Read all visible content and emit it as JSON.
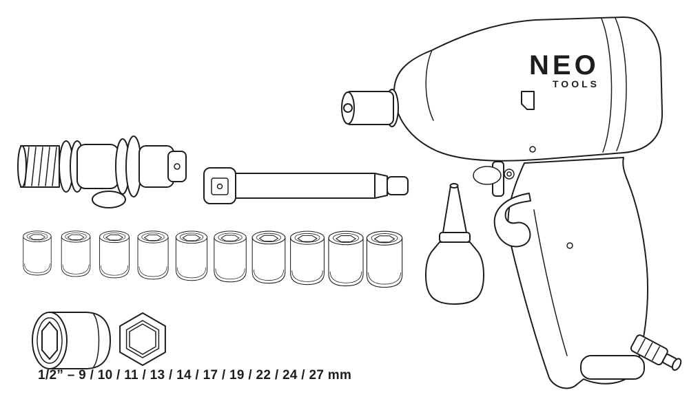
{
  "brand": {
    "name": "NEO",
    "tagline": "TOOLS"
  },
  "caption": "1/2” – 9 / 10 / 11 / 13 / 14 / 17 / 19 / 22 / 24 / 27 mm",
  "set": {
    "drive": "1/2”",
    "socket_sizes_mm": [
      9,
      10,
      11,
      13,
      14,
      17,
      19,
      22,
      24,
      27
    ],
    "unit": "mm",
    "socket_count": 10
  },
  "colors": {
    "line": "#1d1d1b",
    "background": "#ffffff"
  },
  "icons": {
    "impact_wrench": "impact-wrench-drawing",
    "adapter": "adapter-drawing",
    "extension_bar": "extension-bar-drawing",
    "socket": "socket-drawing",
    "large_socket": "large-socket-drawing",
    "socket_top_view": "socket-top-view-drawing",
    "oil_bottle": "oil-bottle-drawing"
  }
}
